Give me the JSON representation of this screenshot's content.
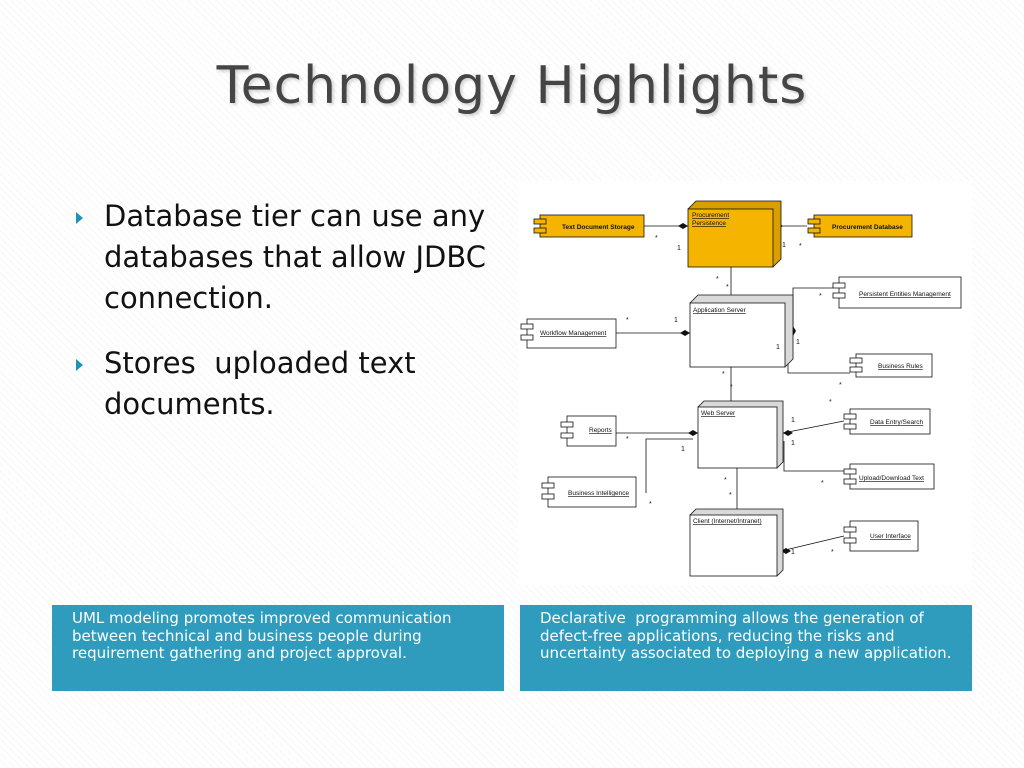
{
  "slide": {
    "title": "Technology Highlights",
    "bullets": [
      {
        "text": "Database tier can use any databases that allow JDBC connection."
      },
      {
        "text": "Stores  uploaded text documents."
      }
    ],
    "callouts": [
      {
        "text": "UML modeling promotes improved communication between technical and business people during requirement gathering and project approval."
      },
      {
        "text": "Declarative  programming allows the generation of defect-free applications, reducing the risks and uncertainty associated to deploying a new application."
      }
    ]
  },
  "colors": {
    "accent": "#2f9cbd",
    "bullet_marker": "#1f93b5",
    "highlight_node": "#f5b400",
    "title": "#454545"
  },
  "diagram": {
    "nodes": {
      "text_document_storage": "Text Document Storage",
      "procurement_persistence_1": "Procurement",
      "procurement_persistence_2": "Persistence",
      "procurement_database": "Procurement Database",
      "persistent_entities_management": "Persistent Entities Management",
      "application_server": "Application Server",
      "workflow_management": "Workflow Management",
      "business_rules": "Business Rules",
      "web_server": "Web Server",
      "reports": "Reports",
      "data_entry_search": "Data Entry/Search",
      "upload_download_text": "Upload/Download Text",
      "business_intelligence": "Business Intelligence",
      "client": "Client (Internet/Intranet)",
      "user_interface": "User Interface"
    },
    "mult_one": "1",
    "mult_many": "*"
  }
}
